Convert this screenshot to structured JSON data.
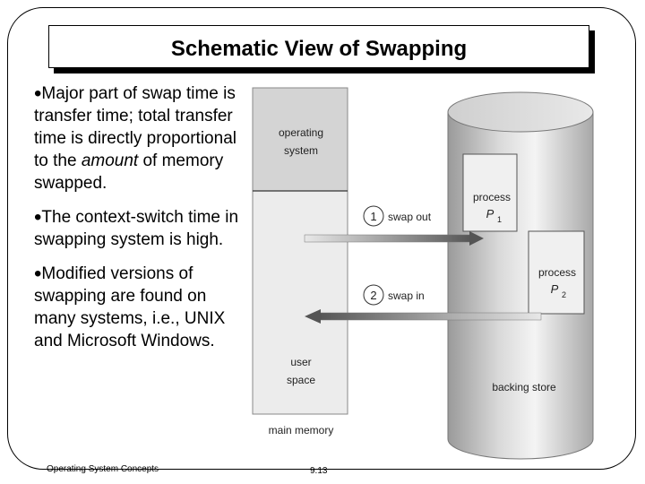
{
  "slide": {
    "title": "Schematic View of Swapping",
    "bullets": [
      {
        "text_before": "Major part of swap time is transfer time; total transfer time is directly proportional to the ",
        "emphasis": "amount",
        "text_after": " of memory swapped."
      },
      {
        "text_before": "The context-switch time in swapping system is high.",
        "emphasis": "",
        "text_after": ""
      },
      {
        "text_before": "Modified versions of swapping are found on many systems, i.e., UNIX and Microsoft Windows.",
        "emphasis": "",
        "text_after": ""
      }
    ],
    "footer_left": "Operating System Concepts",
    "page_number": "9.13"
  },
  "diagram": {
    "memory_os_label": [
      "operating",
      "system"
    ],
    "memory_user_label": [
      "user",
      "space"
    ],
    "memory_caption": "main memory",
    "process1_label": "process",
    "process1_name": "P",
    "process1_sub": "1",
    "process2_label": "process",
    "process2_name": "P",
    "process2_sub": "2",
    "step1_number": "1",
    "step1_label": "swap out",
    "step2_number": "2",
    "step2_label": "swap in",
    "store_caption": "backing store"
  }
}
